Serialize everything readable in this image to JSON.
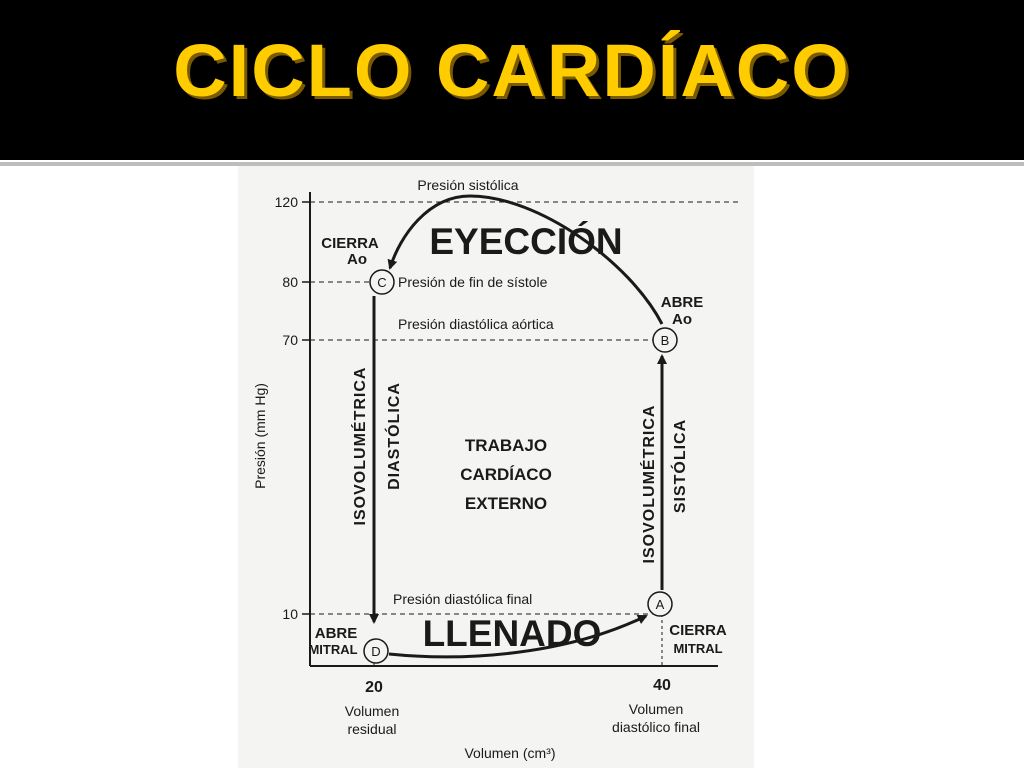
{
  "slide": {
    "title": "CICLO CARDÍACO",
    "colors": {
      "header_bg": "#000000",
      "title": "#ffcc00",
      "ink": "#1a1a1a",
      "paper": "#f4f4f2"
    }
  },
  "diagram": {
    "y_axis": {
      "label": "Presión (mm Hg)",
      "ticks": [
        "120",
        "80",
        "70",
        "10"
      ]
    },
    "x_axis": {
      "label": "Volumen (cm³)",
      "ticks": [
        "20",
        "40"
      ],
      "tick_captions": [
        {
          "line1": "Volumen",
          "line2": "residual"
        },
        {
          "line1": "Volumen",
          "line2": "diastólico final"
        }
      ]
    },
    "reference_lines": {
      "systolic": "Presión sistólica",
      "end_systole": "Presión de fin de sístole",
      "aortic_diastolic": "Presión diastólica aórtica",
      "end_diastolic": "Presión diastólica final"
    },
    "points": {
      "A": "A",
      "B": "B",
      "C": "C",
      "D": "D"
    },
    "events": {
      "close_ao": {
        "line1": "CIERRA",
        "line2": "Ao"
      },
      "open_ao": {
        "line1": "ABRE",
        "line2": "Ao"
      },
      "open_mitral": {
        "line1": "ABRE",
        "line2": "MITRAL"
      },
      "close_mitral": {
        "line1": "CIERRA",
        "line2": "MITRAL"
      }
    },
    "phases": {
      "ejection": "EYECCIÓN",
      "filling": "LLENADO",
      "diastolic_line1": "ISOVOLUMÉTRICA",
      "diastolic_line2": "DIASTÓLICA",
      "systolic_line1": "ISOVOLUMÉTRICA",
      "systolic_line2": "SISTÓLICA"
    },
    "center": {
      "line1": "TRABAJO",
      "line2": "CARDÍACO",
      "line3": "EXTERNO"
    }
  }
}
